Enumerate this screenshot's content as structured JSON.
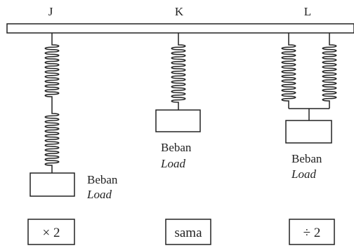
{
  "columns": [
    {
      "letter": "J",
      "load_text": "Beban",
      "load_text_italic": "Load",
      "answer": "× 2"
    },
    {
      "letter": "K",
      "load_text": "Beban",
      "load_text_italic": "Load",
      "answer": "sama"
    },
    {
      "letter": "L",
      "load_text": "Beban",
      "load_text_italic": "Load",
      "answer": "÷ 2"
    }
  ]
}
